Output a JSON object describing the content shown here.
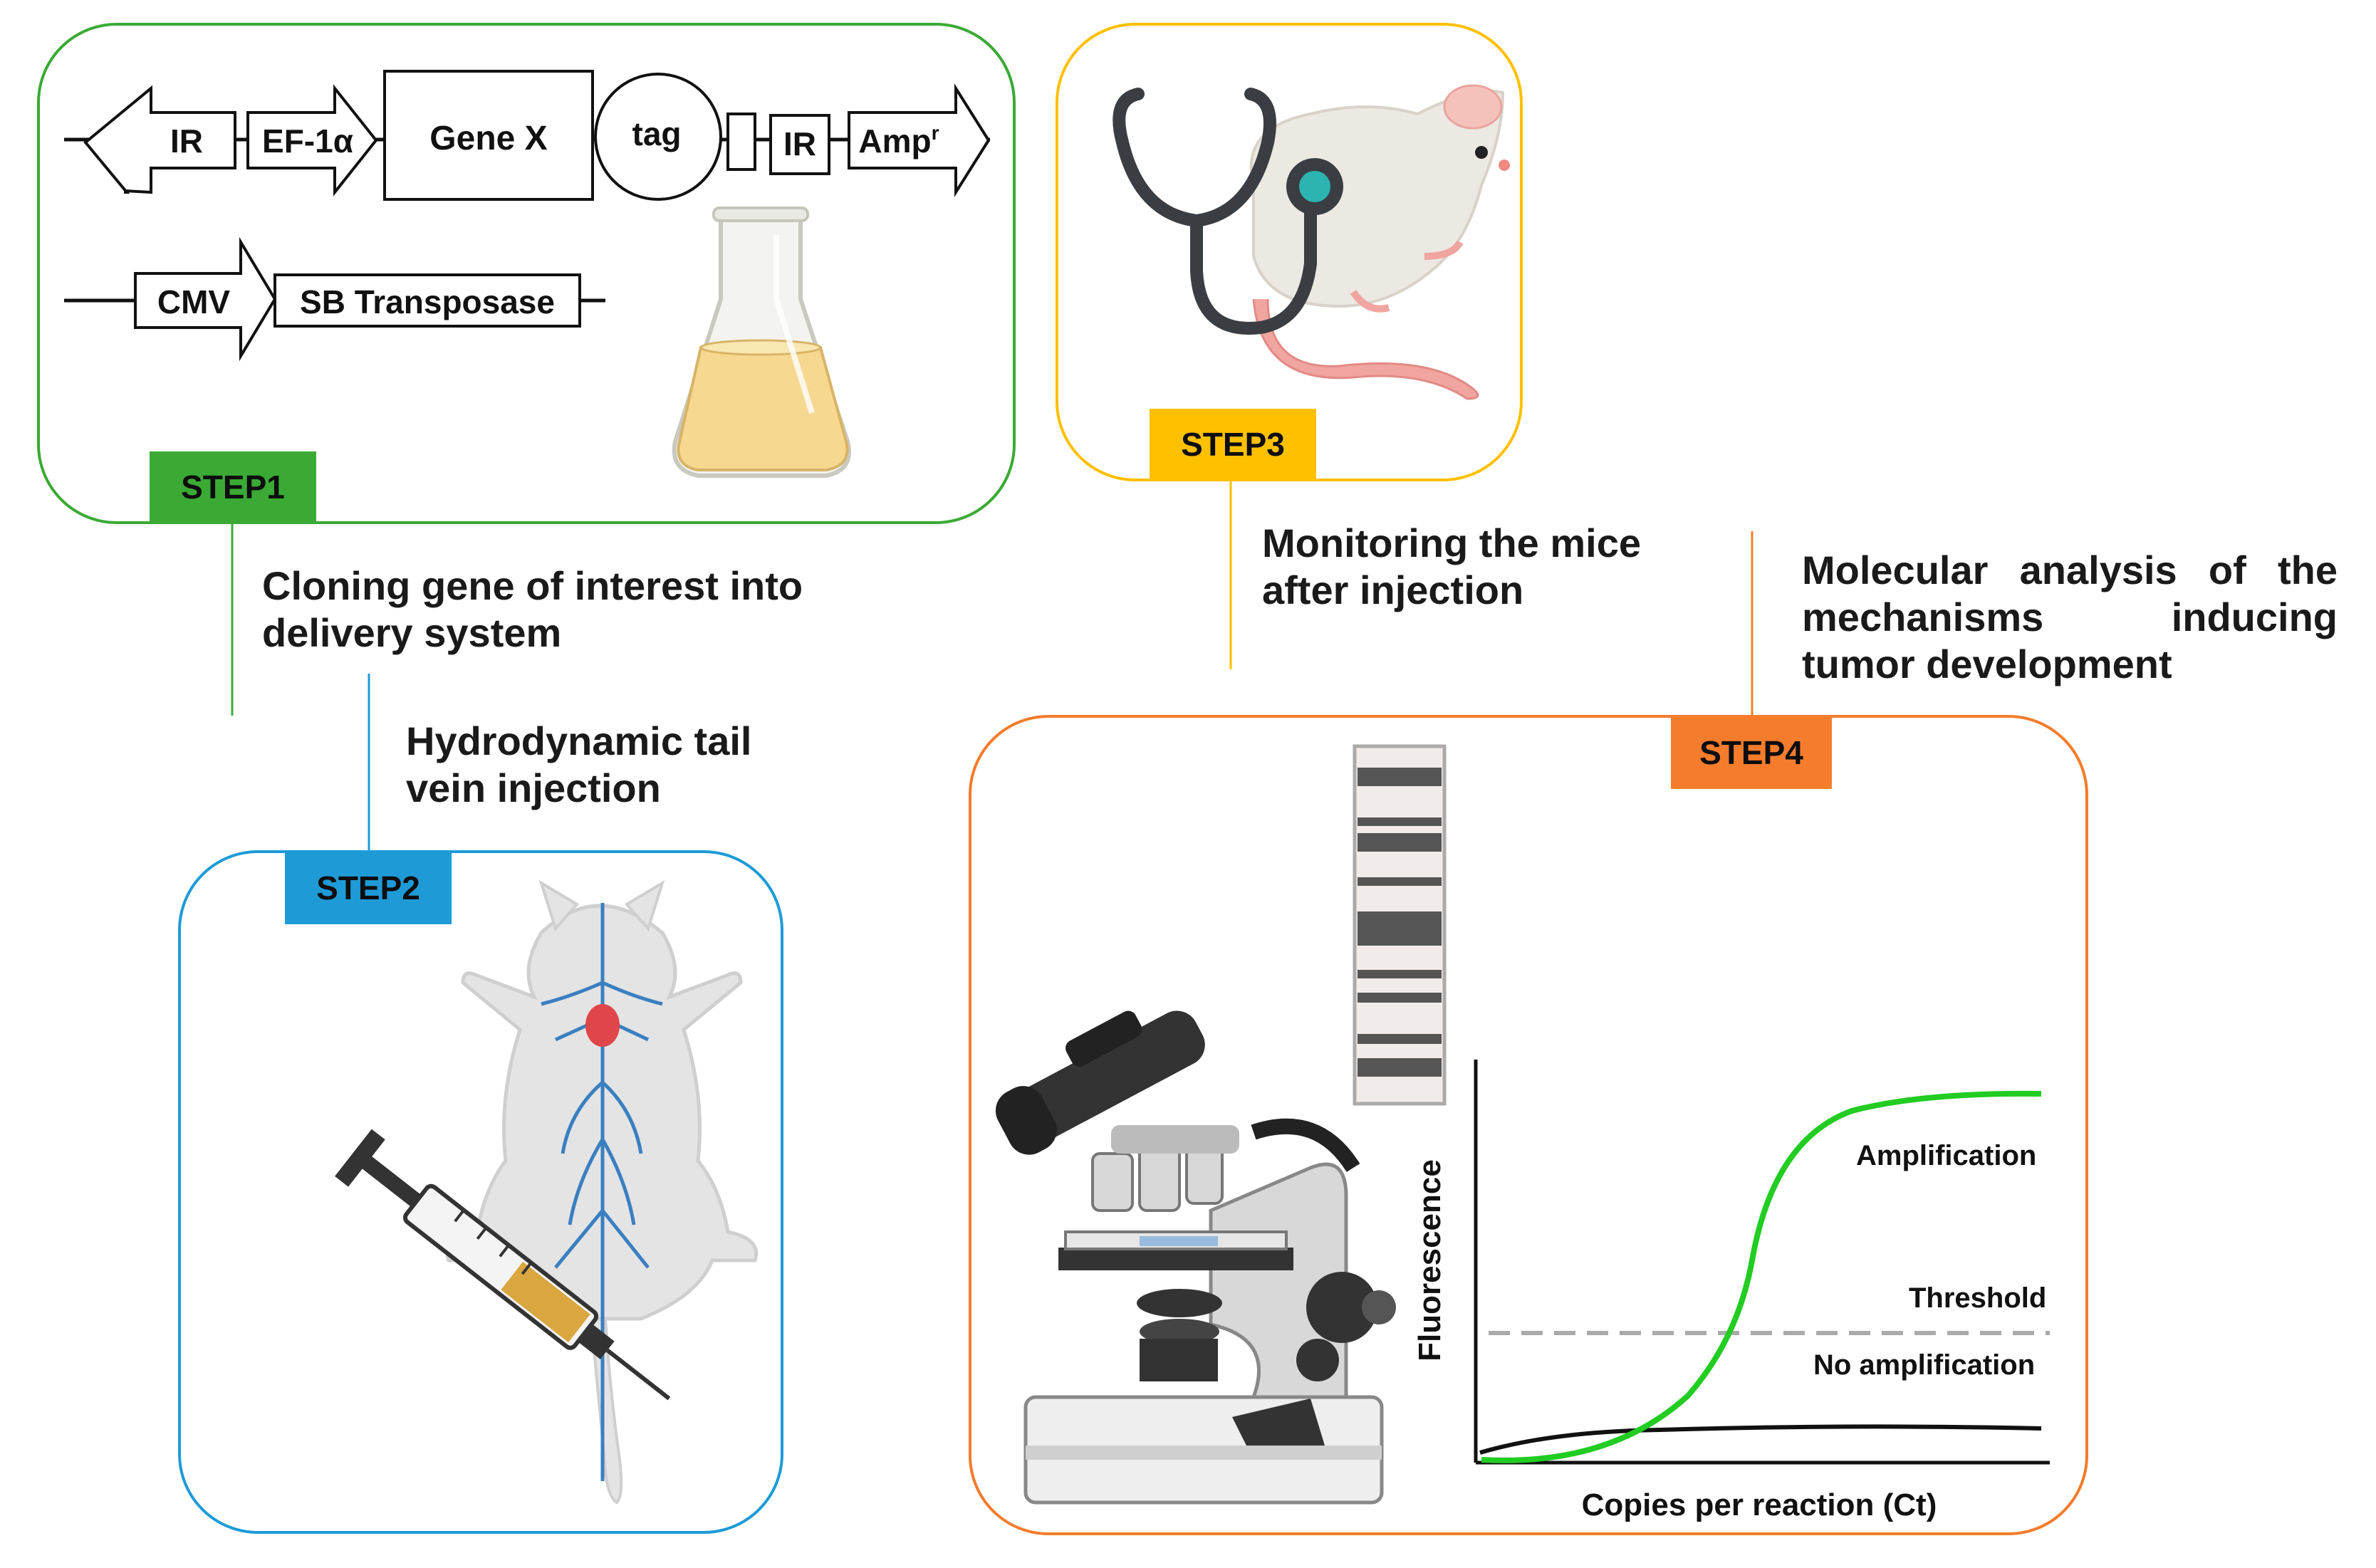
{
  "steps": {
    "step1": {
      "badge": "STEP1",
      "color": "#3aaa35",
      "description_lines": [
        "Cloning gene of interest into",
        "delivery system"
      ]
    },
    "step2": {
      "badge": "STEP2",
      "color": "#1e9bd7",
      "description_lines": [
        "Hydrodynamic tail",
        "vein injection"
      ]
    },
    "step3": {
      "badge": "STEP3",
      "color": "#ffc000",
      "description_lines": [
        "Monitoring the mice",
        "after injection"
      ]
    },
    "step4": {
      "badge": "STEP4",
      "color": "#f47c2c",
      "description_lines": [
        "Molecular analysis of the",
        "mechanisms inducing",
        "tumor development"
      ]
    }
  },
  "constructs": {
    "transposon": {
      "ir_left": "IR",
      "promoter": "EF-1α",
      "gene": "Gene X",
      "tag": "tag",
      "ir_right": "IR",
      "resistance": "Amp",
      "resistance_sup": "r"
    },
    "transposase": {
      "promoter": "CMV",
      "gene": "SB Transposase"
    }
  },
  "icons": {
    "flask": "erlenmeyer-flask-icon",
    "stethoscope": "stethoscope-icon",
    "mouse": "mouse-icon",
    "syringe": "syringe-icon",
    "microscope": "microscope-icon",
    "karyotype": "chromosome-icon"
  },
  "qpcr_chart": {
    "xlabel": "Copies per reaction (Ct)",
    "ylabel": "Fluorescence",
    "annotations": {
      "amplification": "Amplification",
      "threshold": "Threshold",
      "no_amplification": "No amplification"
    },
    "colors": {
      "amplification": "#22cc22",
      "no_amplification": "#111111",
      "threshold": "#aaaaaa"
    }
  }
}
